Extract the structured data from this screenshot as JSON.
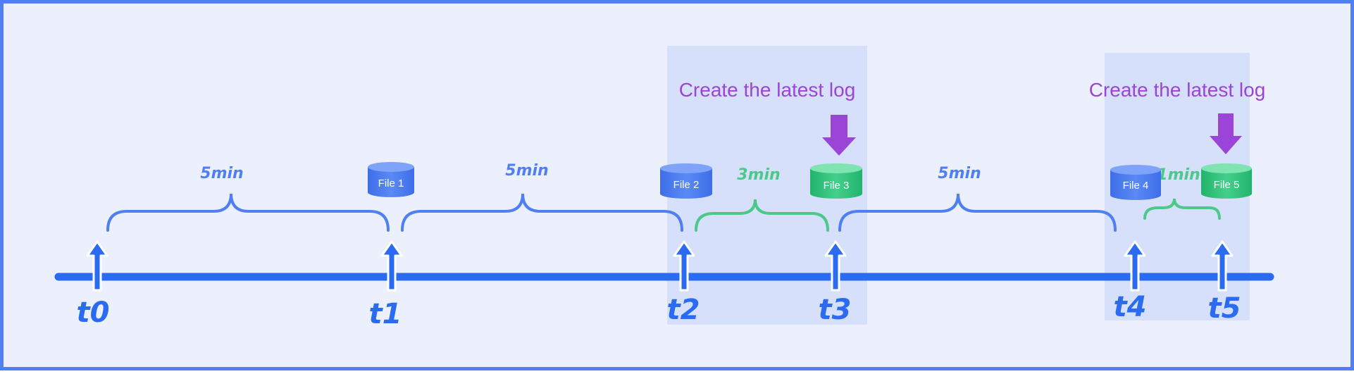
{
  "colors": {
    "background": "#ebf0fc",
    "frame": "#4f7ff0",
    "timeline_blue": "#2a6bf2",
    "brace_blue": "#4f7ff0",
    "brace_green": "#4cc98a",
    "file_blue": "#4f7ff0",
    "file_green": "#31c47c",
    "callout_purple": "#9a44d8",
    "highlight_region": "#d6e0fa"
  },
  "ticks": [
    {
      "id": "t0",
      "label": "t0"
    },
    {
      "id": "t1",
      "label": "t1"
    },
    {
      "id": "t2",
      "label": "t2"
    },
    {
      "id": "t3",
      "label": "t3"
    },
    {
      "id": "t4",
      "label": "t4"
    },
    {
      "id": "t5",
      "label": "t5"
    }
  ],
  "intervals": [
    {
      "from": "t0",
      "to": "t1",
      "label": "5min",
      "color": "blue"
    },
    {
      "from": "t1",
      "to": "t2",
      "label": "5min",
      "color": "blue"
    },
    {
      "from": "t2",
      "to": "t3",
      "label": "3min",
      "color": "green"
    },
    {
      "from": "t3",
      "to": "t4",
      "label": "5min",
      "color": "blue"
    },
    {
      "from": "t4",
      "to": "t5",
      "label": "1min",
      "color": "green"
    }
  ],
  "files": [
    {
      "label": "File 1",
      "color": "blue"
    },
    {
      "label": "File 2",
      "color": "blue"
    },
    {
      "label": "File 3",
      "color": "green"
    },
    {
      "label": "File 4",
      "color": "blue"
    },
    {
      "label": "File 5",
      "color": "green"
    }
  ],
  "callouts": [
    {
      "text": "Create the latest log",
      "icon": "down-arrow-icon"
    },
    {
      "text": "Create the latest log",
      "icon": "down-arrow-icon"
    }
  ]
}
